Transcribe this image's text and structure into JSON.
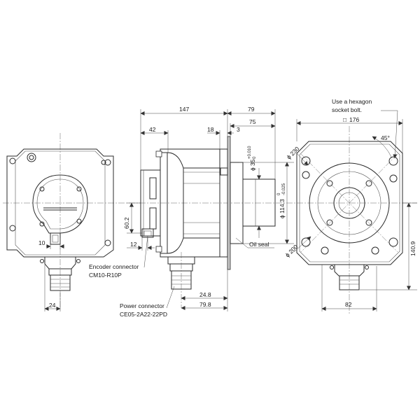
{
  "dims": {
    "d147": "147",
    "d79": "79",
    "d42": "42",
    "d18": "18",
    "d3": "3",
    "d75": "75",
    "sq176": "176",
    "deg45": "45°",
    "d230": "230",
    "d35": "35",
    "d35_tol_up": "+0.010",
    "d35_tol_lo": "0",
    "d114": "114.3",
    "d114_tol_up": "0",
    "d114_tol_lo": "-0.025",
    "d200": "200",
    "d60": "60.2",
    "d12": "12",
    "d10": "10",
    "d24": "24",
    "d24_8": "24.8",
    "d79_8": "79.8",
    "d82": "82",
    "d140": "140.9",
    "phi": "ϕ",
    "square": "□"
  },
  "labels": {
    "hex_note_1": "Use a hexagon",
    "hex_note_2": "socket bolt.",
    "oil_seal": "Oil seal",
    "encoder_title": "Encoder connector",
    "encoder_part": "CM10-R10P",
    "power_title": "Power connector",
    "power_part": "CE05-2A22-22PD"
  }
}
